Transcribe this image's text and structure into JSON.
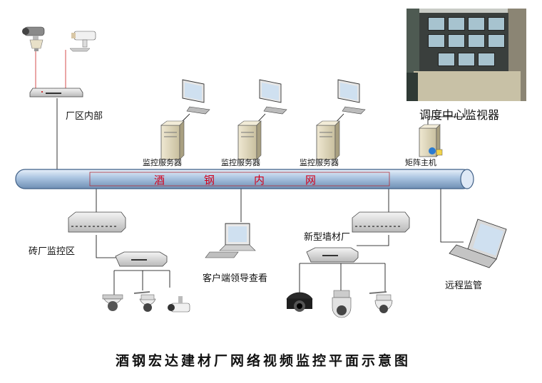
{
  "labels": {
    "factory_inside": "厂区内部",
    "dispatch_monitor": "调度中心监视器",
    "server_1": "监控服务器",
    "server_2": "监控服务器",
    "server_3": "监控服务器",
    "matrix_host": "矩阵主机",
    "brick_zone": "砖厂监控区",
    "client_view": "客户端领导查看",
    "wall_material": "新型墙材厂",
    "remote_monitor": "远程监管"
  },
  "network": {
    "chars": [
      "酒",
      "钢",
      "内",
      "网"
    ]
  },
  "title": "酒钢宏达建材厂网络视频监控平面示意图",
  "icons": [
    "ptz-camera-icon",
    "bullet-camera-icon",
    "network-switch-icon",
    "monitor-icon",
    "server-tower-icon",
    "dome-camera-icon",
    "desktop-computer-icon",
    "laptop-icon",
    "control-room-photo"
  ],
  "colors": {
    "network_pipe": "#a9c3e0",
    "network_text": "#d4001a",
    "line": "#000000",
    "red_line": "#cc2222"
  }
}
